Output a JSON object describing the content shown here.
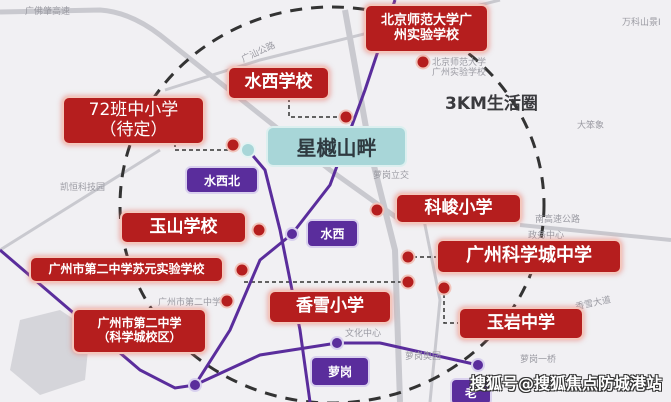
{
  "project": {
    "name": "星樾山畔",
    "station": "teal"
  },
  "ring_label": "3KM生活圈",
  "schools": [
    {
      "name": "北京师范大学广州实验学校",
      "lines": [
        "北京师范大学广",
        "州实验学校"
      ]
    },
    {
      "name": "水西学校"
    },
    {
      "name": "72班中小学（待定）",
      "lines": [
        "72班中小学",
        "（待定）"
      ]
    },
    {
      "name": "玉山学校"
    },
    {
      "name": "科峻小学"
    },
    {
      "name": "广州市第二中学苏元实验学校"
    },
    {
      "name": "广州科学城中学"
    },
    {
      "name": "香雪小学"
    },
    {
      "name": "广州市第二中学（科学城校区）",
      "lines": [
        "广州市第二中学",
        "（科学城校区）"
      ]
    },
    {
      "name": "玉岩中学"
    }
  ],
  "metro_stations": [
    "水西北",
    "水西",
    "萝岗",
    "老"
  ],
  "map_labels": [
    "广佛肇高速",
    "广汕公路",
    "凯恒科技园",
    "大笨象",
    "万科山景I",
    "北京师范大学广州实验学校",
    "文化中心",
    "香雪大道",
    "萝岗奥园",
    "萝岗一桥",
    "萝岗立交",
    "广州市第二中学",
    "政务中心",
    "南高速公路"
  ],
  "watermark": "搜狐号@搜狐焦点防城港站",
  "colors": {
    "school": "#b51e1e",
    "metro": "#5a2d9c",
    "project": "#9fd3d6"
  }
}
